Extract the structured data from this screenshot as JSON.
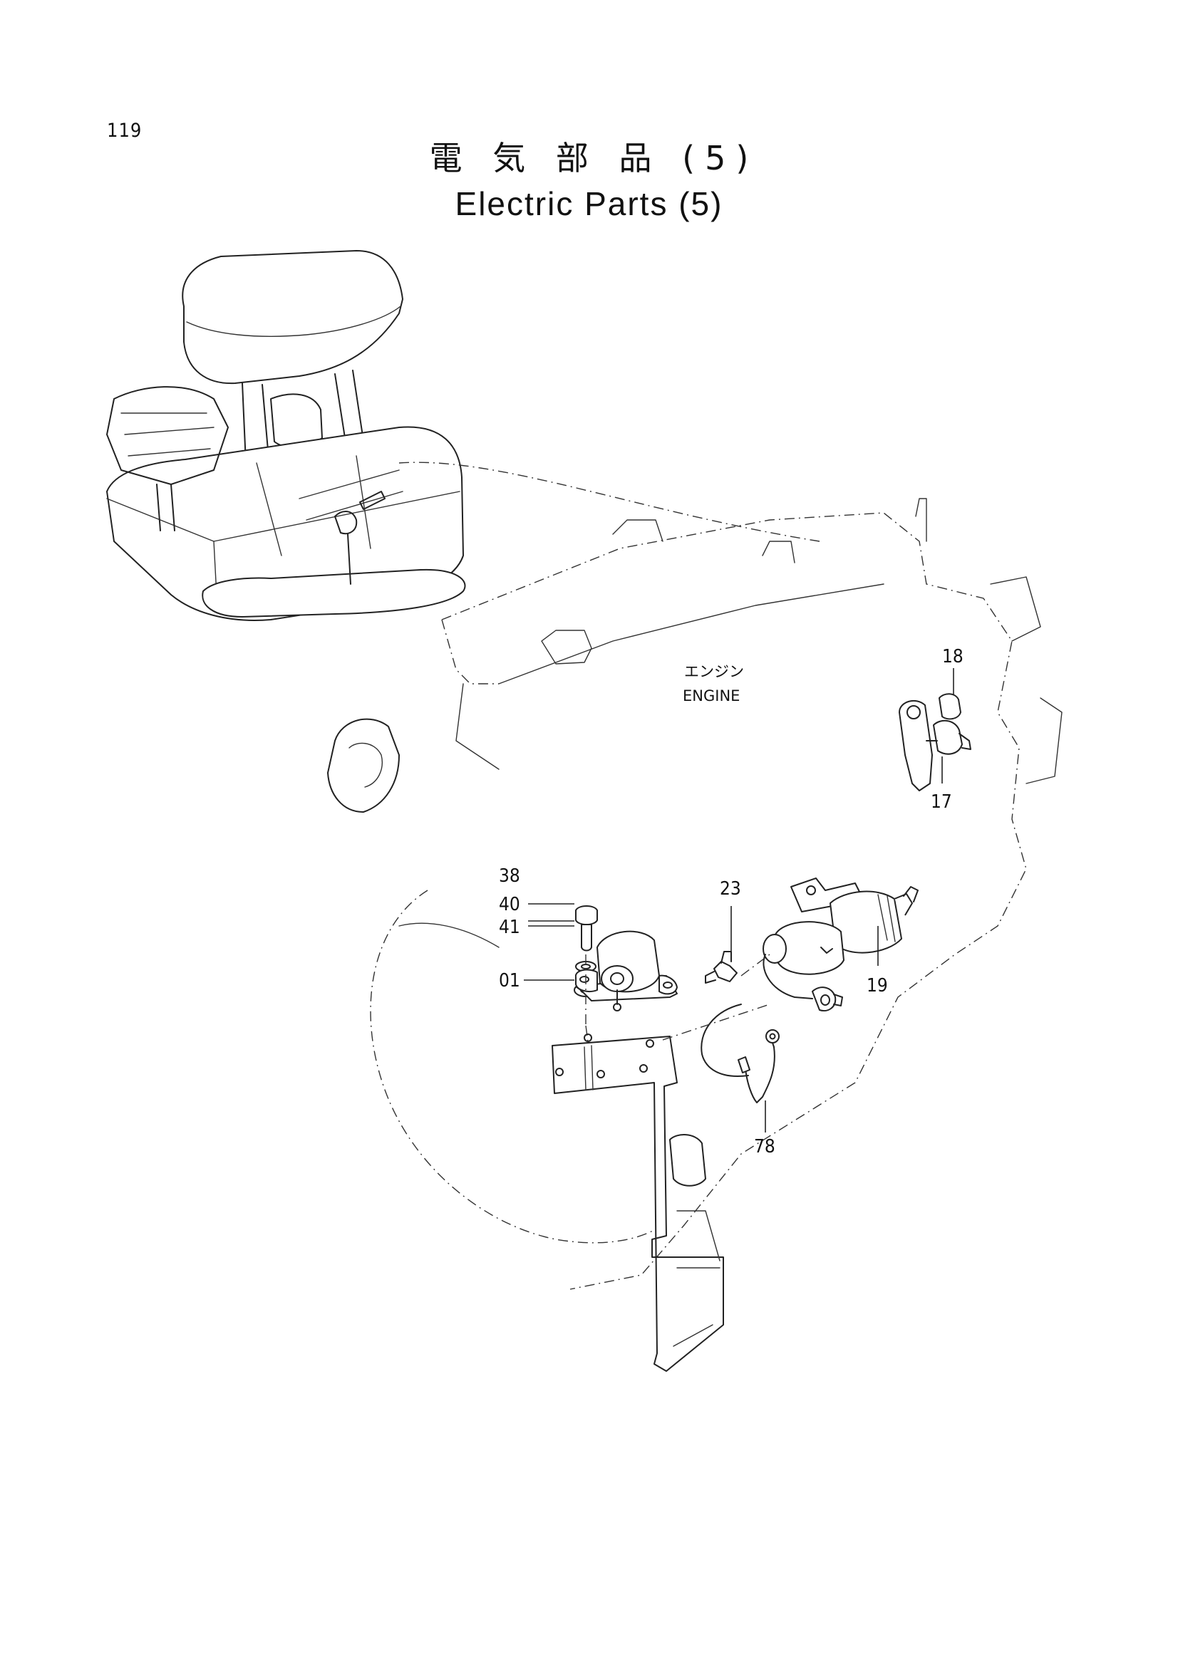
{
  "page": {
    "number": "119"
  },
  "title": {
    "japanese": "電 気 部 品 (5)",
    "english": "Electric Parts (5)"
  },
  "labels": {
    "engine_jp": "エンジン",
    "engine_en": "ENGINE"
  },
  "callouts": [
    {
      "id": "18",
      "text": "18"
    },
    {
      "id": "17",
      "text": "17"
    },
    {
      "id": "38",
      "text": "38"
    },
    {
      "id": "40",
      "text": "40"
    },
    {
      "id": "41",
      "text": "41"
    },
    {
      "id": "01",
      "text": "01"
    },
    {
      "id": "23",
      "text": "23"
    },
    {
      "id": "19",
      "text": "19"
    },
    {
      "id": "78",
      "text": "78"
    }
  ]
}
